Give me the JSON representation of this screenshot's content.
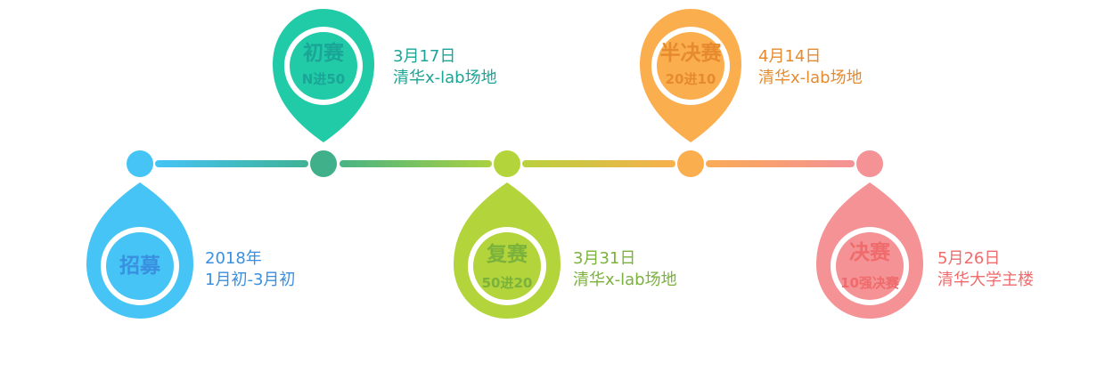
{
  "colors": {
    "blue": "#45c4f5",
    "teal": "#21cba8",
    "green": "#b3d43b",
    "orange": "#fbae4d",
    "pink": "#f49295",
    "dot2": "#3fb08a",
    "text_blue": "#3a8fe0",
    "text_teal": "#1aa596",
    "text_green": "#7ab23b",
    "text_orange": "#e68a2e",
    "text_pink": "#ef6b6c"
  },
  "stages": [
    {
      "name": "招募",
      "sub": "",
      "date": "2018年",
      "place": "1月初-3月初"
    },
    {
      "name": "初赛",
      "sub": "N进50",
      "date": "3月17日",
      "place": "清华x-lab场地"
    },
    {
      "name": "复赛",
      "sub": "50进20",
      "date": "3月31日",
      "place": "清华x-lab场地"
    },
    {
      "name": "半决赛",
      "sub": "20进10",
      "date": "4月14日",
      "place": "清华x-lab场地"
    },
    {
      "name": "决赛",
      "sub": "10强决赛",
      "date": "5月26日",
      "place": "清华大学主楼"
    }
  ]
}
